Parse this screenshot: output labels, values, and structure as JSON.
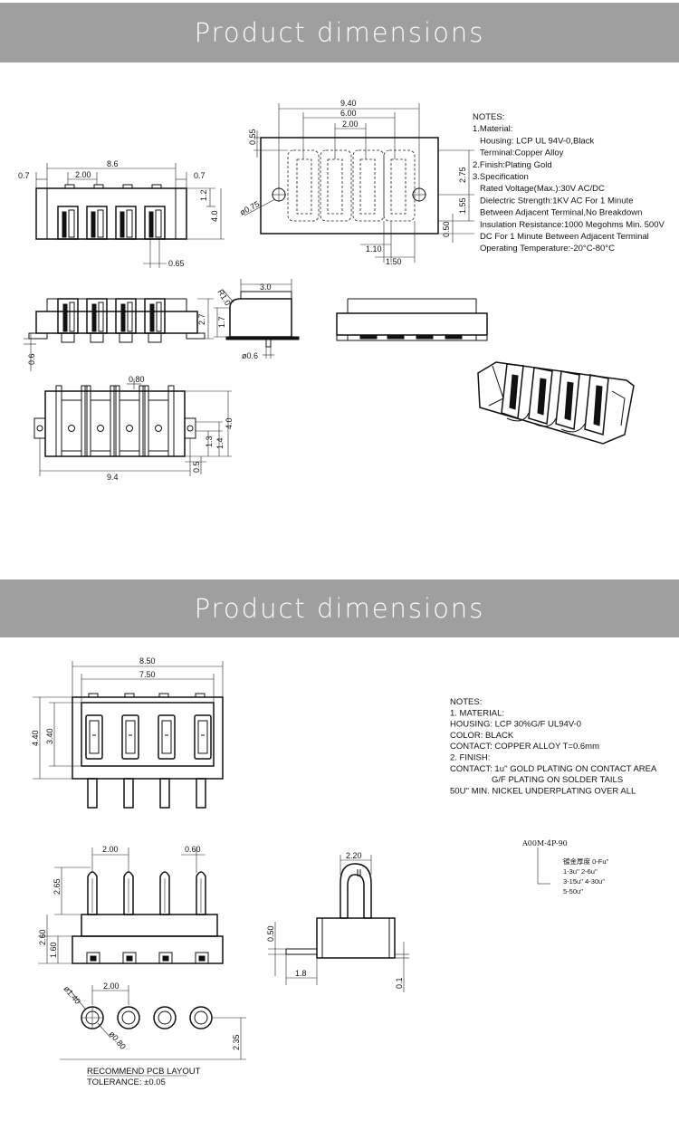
{
  "banners": {
    "top": "Product dimensions",
    "bottom": "Product dimensions"
  },
  "drawing1": {
    "dims": {
      "d940": "9.40",
      "d600": "6.00",
      "d200a": "2.00",
      "d055": "0.55",
      "d275": "2.75",
      "d155": "1.55",
      "d050a": "0.50",
      "d110": "1.10",
      "d150": "1.50",
      "dphi075": "ø0.75",
      "d86": "8.6",
      "d07a": "0.7",
      "d07b": "0.7",
      "d200b": "2.00",
      "d12": "1.2",
      "d40a": "4.0",
      "d065": "0.65",
      "d06": "0.6",
      "d27": "2.7",
      "d17": "1.7",
      "r10": "R1.0",
      "d30": "3.0",
      "dphi06": "ø0.6",
      "d080": "0.80",
      "d40b": "4.0",
      "d14": "1.4",
      "d13": "1.3",
      "d05": "0.5",
      "d94": "9.4"
    },
    "notes": [
      "NOTES:",
      "1.Material:",
      "Housing: LCP UL 94V-0,Black",
      "Terminal:Copper Alloy",
      "2.Finish:Plating Gold",
      "3.Specification",
      "Rated Voltage(Max.):30V AC/DC",
      "Dielectric Strength:1KV AC For 1 Minute",
      "Between Adjacent Terminal,No Breakdown",
      "Insulation Resistance:1000 Megohms Min. 500V",
      "DC For 1 Minute Between Adjacent Terminal",
      "Operating Temperature:-20°C-80°C"
    ]
  },
  "drawing2": {
    "dims": {
      "d850": "8.50",
      "d750": "7.50",
      "d440": "4.40",
      "d340": "3.40",
      "d200a": "2.00",
      "d060": "0.60",
      "d265": "2.65",
      "d260": "2.60",
      "d160": "1.60",
      "d220": "2.20",
      "d050": "0.50",
      "d18": "1.8",
      "d01": "0.1",
      "d200b": "2.00",
      "dphi140": "ø1.40",
      "dphi080": "ø0.80",
      "d235": "2.35"
    },
    "notes": [
      "NOTES:",
      "1. MATERIAL:",
      "HOUSING: LCP 30%G/F UL94V-0",
      "COLOR: BLACK",
      "CONTACT: COPPER ALLOY T=0.6mm",
      "2. FINISH:",
      "CONTACT: 1u'' GOLD PLATING ON CONTACT AREA",
      "G/F PLATING ON SOLDER TAILS",
      "50U'' MIN. NICKEL UNDERPLATING OVER ALL"
    ],
    "part_code": "A00M-4P-90",
    "part_options": [
      "镀金厚度 0-Fu''",
      "1-3u''  2-6u''",
      "3-15u''  4-30u''",
      "5-50u''"
    ],
    "pcb_label": "RECOMMEND PCB LAYOUT",
    "tolerance": "TOLERANCE: ±0.05"
  }
}
